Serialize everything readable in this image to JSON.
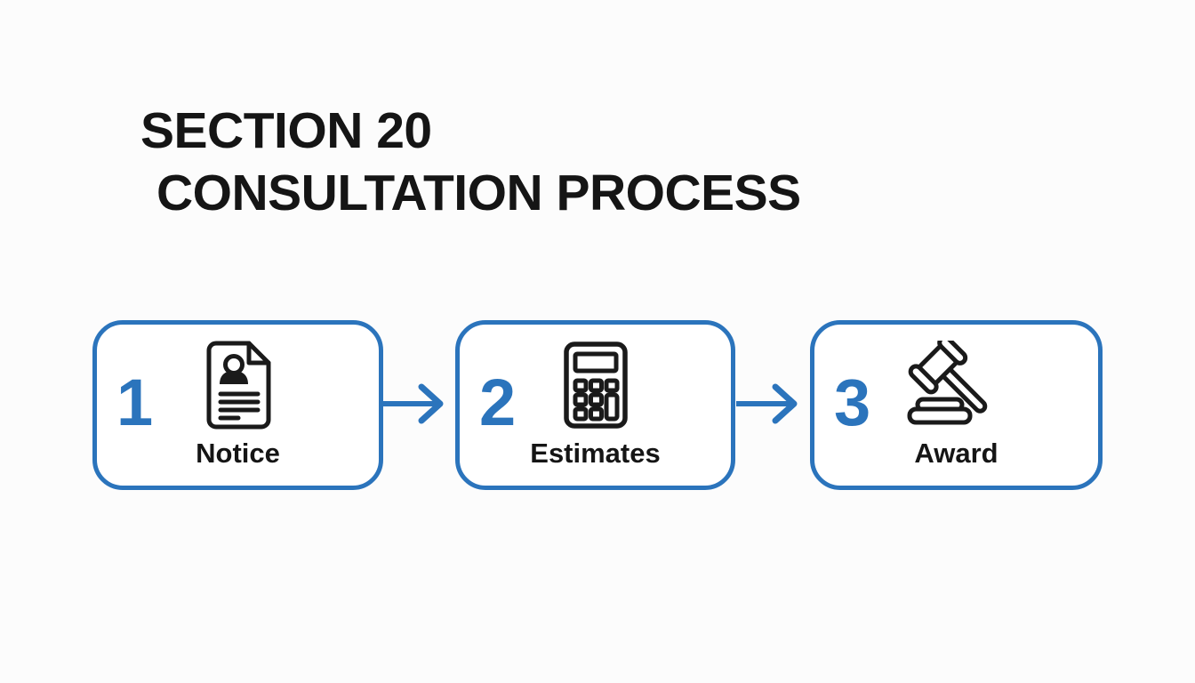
{
  "title": {
    "line1": "SECTION 20",
    "line2": "CONSULTATION PROCESS"
  },
  "process": {
    "steps": [
      {
        "number": "1",
        "label": "Notice",
        "icon": "person-document-icon"
      },
      {
        "number": "2",
        "label": "Estimates",
        "icon": "calculator-icon"
      },
      {
        "number": "3",
        "label": "Award",
        "icon": "gavel-icon"
      }
    ],
    "connectors": [
      "right-arrow",
      "right-arrow"
    ]
  },
  "colors": {
    "accent_blue": "#2B74BC",
    "icon_stroke": "#1A1A1A",
    "text_dark": "#151515",
    "background": "#FCFCFC",
    "box_fill": "#FFFFFF"
  }
}
